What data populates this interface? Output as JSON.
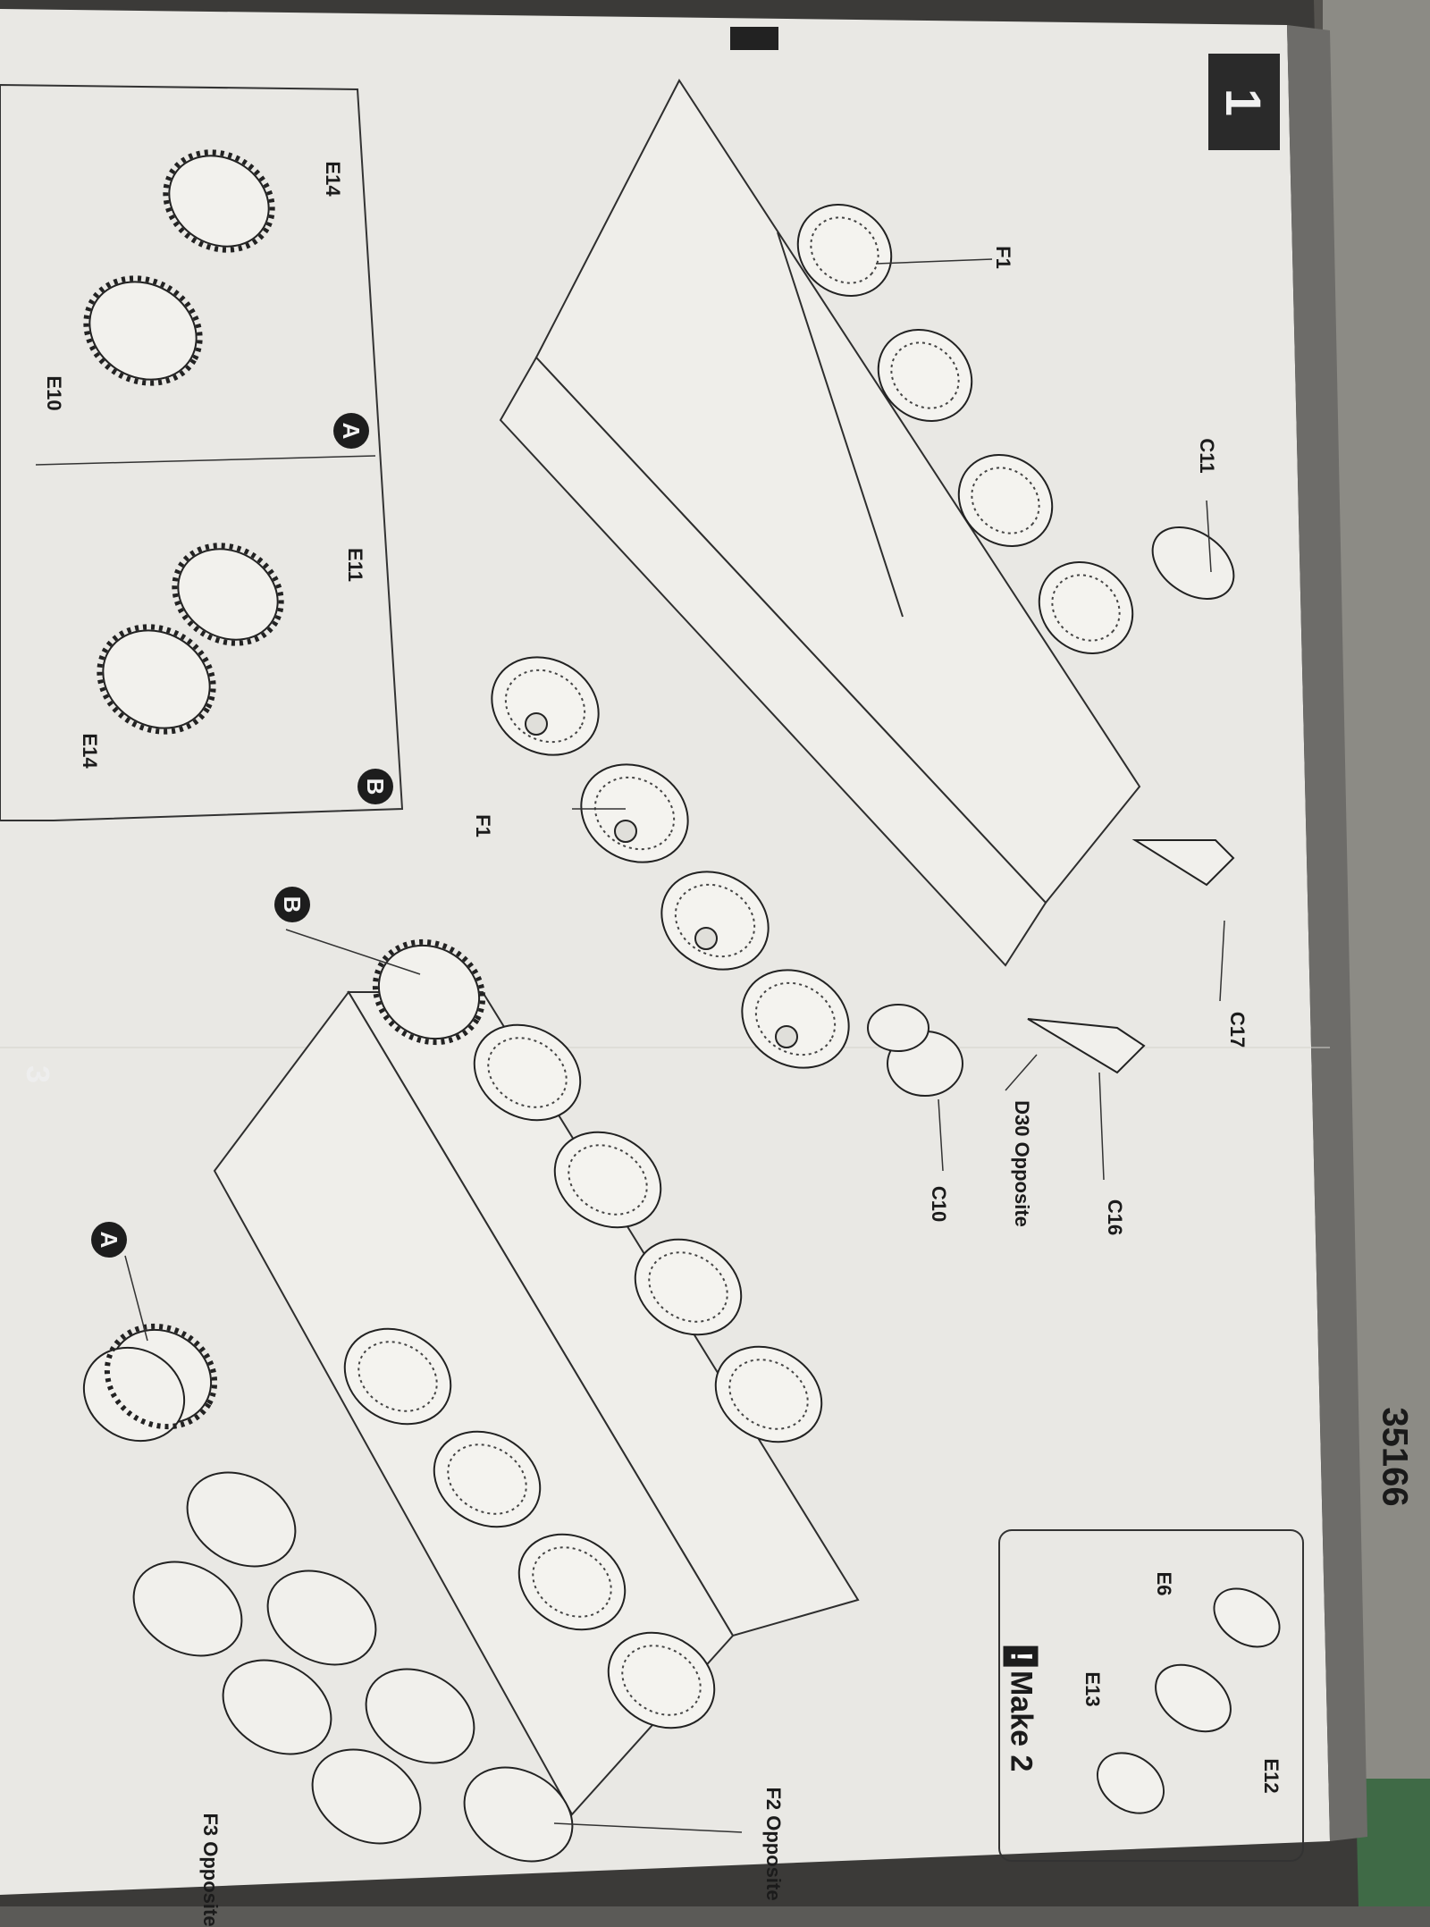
{
  "step_number": "1",
  "page_number": "3",
  "kit_number": "35166",
  "make_note": "Make 2",
  "badges": {
    "a": "A",
    "b": "B"
  },
  "parts": {
    "f1_top": "F1",
    "f1_mid": "F1",
    "c11": "C11",
    "c17": "C17",
    "d30": "D30  Opposite",
    "c16": "C16",
    "c10": "C10",
    "e14_a": "E14",
    "e10": "E10",
    "e11": "E11",
    "e14_b": "E14",
    "e6": "E6",
    "e13": "E13",
    "e12": "E12",
    "f2": "F2 Opposite",
    "f3": "F3 Opposite"
  },
  "colors": {
    "paper": "#e9e8e4",
    "ink": "#1b1b1b",
    "table": "#5b5a57"
  }
}
